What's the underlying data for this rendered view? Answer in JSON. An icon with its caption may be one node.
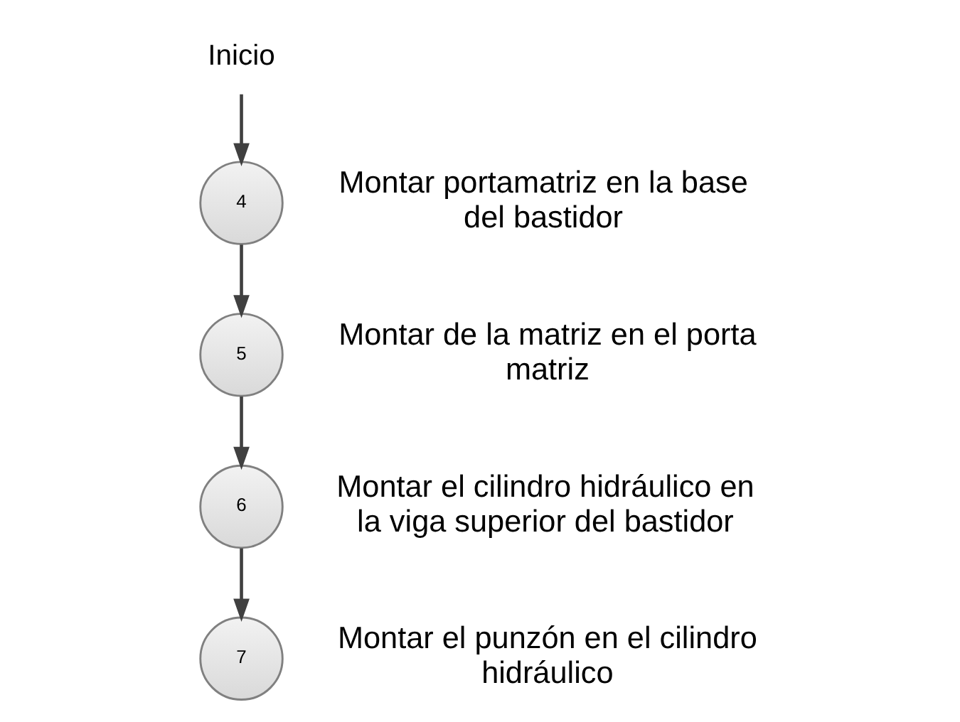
{
  "diagram": {
    "nodes": [
      {
        "text": [
          "Inicio"
        ]
      },
      {
        "text": [
          "4"
        ],
        "beside": [
          "Montar portamatriz en la base del bastidor"
        ]
      },
      {
        "text": [
          "5"
        ],
        "beside": [
          "Montar de la matriz en el porta matriz"
        ]
      },
      {
        "text": [
          "6"
        ],
        "beside": [
          "Montar el cilindro hidráulico en la viga superior del bastidor"
        ]
      },
      {
        "text": [
          "7"
        ],
        "beside": [
          "Montar el punzón en el cilindro hidráulico"
        ]
      }
    ],
    "edges": [
      {
        "from": 0,
        "to": 1,
        "arrow": "to"
      },
      {
        "from": 1,
        "to": 2,
        "arrow": "to"
      },
      {
        "from": 2,
        "to": 3,
        "arrow": "to"
      },
      {
        "from": 3,
        "to": 4,
        "arrow": "to"
      }
    ]
  }
}
